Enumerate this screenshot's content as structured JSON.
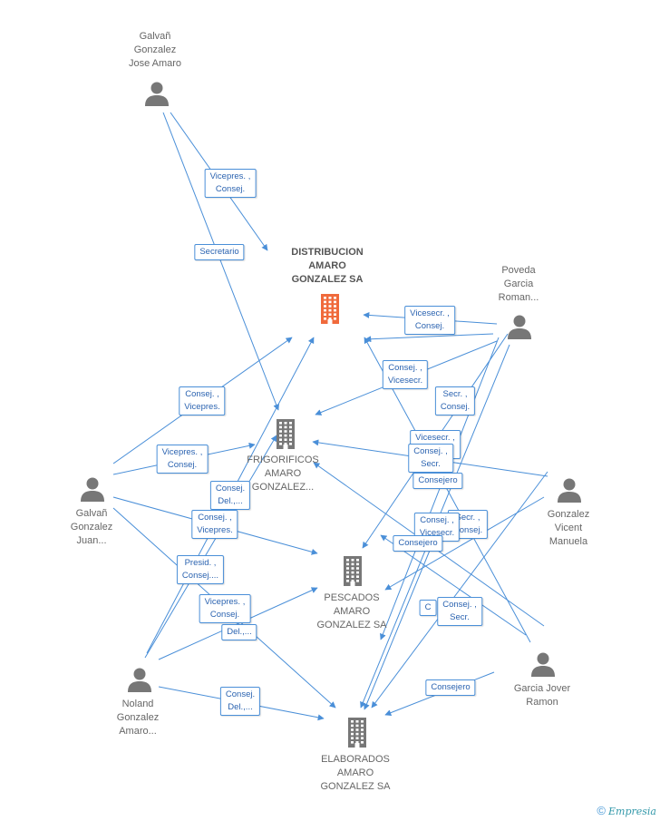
{
  "colors": {
    "edge": "#4a8fd8",
    "person": "#777777",
    "company": "#777777",
    "main_company": "#f06a3c"
  },
  "companies": [
    {
      "id": "distribucion",
      "name": "DISTRIBUCION\nAMARO\nGONZALEZ SA",
      "main": true
    },
    {
      "id": "frigorificos",
      "name": "FRIGORIFICOS\nAMARO\nGONZALEZ..."
    },
    {
      "id": "pescados",
      "name": "PESCADOS\nAMARO\nGONZALEZ SA"
    },
    {
      "id": "elaborados",
      "name": "ELABORADOS\nAMARO\nGONZALEZ SA"
    }
  ],
  "persons": [
    {
      "id": "galvan_jose",
      "name": "Galvañ\nGonzalez\nJose Amaro"
    },
    {
      "id": "poveda",
      "name": "Poveda\nGarcia\nRoman..."
    },
    {
      "id": "galvan_juan",
      "name": "Galvañ\nGonzalez\nJuan..."
    },
    {
      "id": "gonzalez_vicent",
      "name": "Gonzalez\nVicent\nManuela"
    },
    {
      "id": "noland",
      "name": "Noland\nGonzalez\nAmaro..."
    },
    {
      "id": "garcia_jover",
      "name": "Garcia Jover\nRamon"
    }
  ],
  "edge_labels": [
    "Vicepres. ,\nConsej.",
    "Secretario",
    "Vicesecr. ,\nConsej.",
    "Consej. ,\nVicesecr.",
    "Secr. ,\nConsej.",
    "Consej. ,\nVicepres.",
    "Vicepres. ,\nConsej.",
    "Vicesecr. ,\nConsej.",
    "Consej. ,\nSecr.",
    "Consejero",
    "Consej.\nDel.,...",
    "Consej. ,\nVicepres.",
    "Secr. ,\nConsej.",
    "Consej. ,\nVicesecr.",
    "Consejero",
    "Presid. ,\nConsej....",
    "Vicepres. ,\nConsej.",
    "Del.,...",
    "C",
    "Consej. ,\nSecr.",
    "Consej.\nDel.,...",
    "Consejero"
  ],
  "footer": {
    "copyright": "©",
    "brand": "Empresia"
  }
}
